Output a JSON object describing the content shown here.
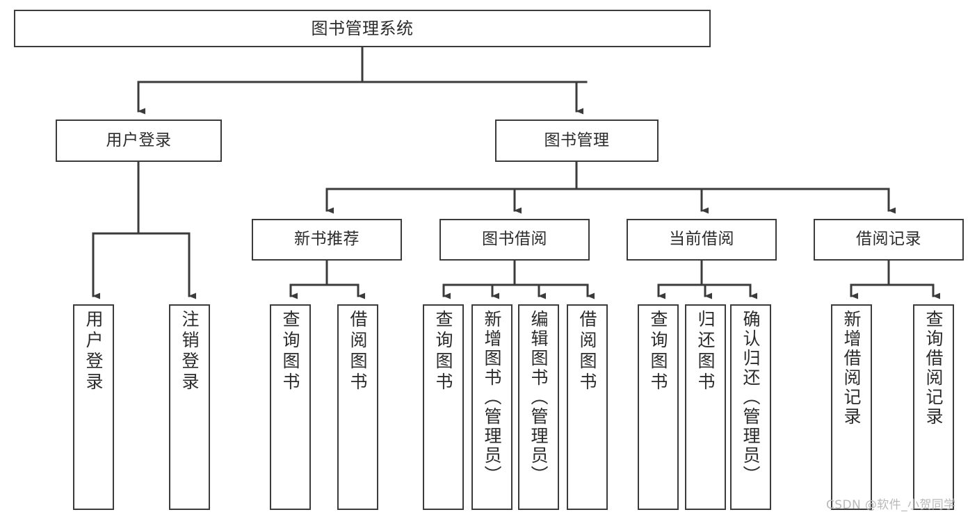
{
  "diagram": {
    "type": "tree",
    "title": "图书管理系统",
    "orientation": "top-down",
    "colors": {
      "box_border": "#3b3b3b",
      "box_fill": "#ffffff",
      "edge": "#3b3b3b",
      "text": "#2b2b2b",
      "watermark": "#b9b9b9",
      "background": "#ffffff"
    },
    "root": {
      "label": "图书管理系统"
    },
    "branches": [
      {
        "id": "user-login",
        "label": "用户登录",
        "children": [
          {
            "id": "user-login-do",
            "label": "用户登录"
          },
          {
            "id": "user-logout",
            "label": "注销登录"
          }
        ]
      },
      {
        "id": "book-management",
        "label": "图书管理",
        "groups": [
          {
            "id": "new-book-recommend",
            "label": "新书推荐",
            "children": [
              {
                "id": "recommend-query-book",
                "label": "查询图书"
              },
              {
                "id": "recommend-borrow-book",
                "label": "借阅图书"
              }
            ]
          },
          {
            "id": "book-borrow",
            "label": "图书借阅",
            "children": [
              {
                "id": "borrow-query-book",
                "label": "查询图书"
              },
              {
                "id": "borrow-add-book",
                "label": "新增图书（管理员）"
              },
              {
                "id": "borrow-edit-book",
                "label": "编辑图书（管理员）"
              },
              {
                "id": "borrow-borrow-book",
                "label": "借阅图书"
              }
            ]
          },
          {
            "id": "current-borrow",
            "label": "当前借阅",
            "children": [
              {
                "id": "current-query-book",
                "label": "查询图书"
              },
              {
                "id": "current-return-book",
                "label": "归还图书"
              },
              {
                "id": "current-confirm-return",
                "label": "确认归还（管理员）"
              }
            ]
          },
          {
            "id": "borrow-record",
            "label": "借阅记录",
            "children": [
              {
                "id": "record-add",
                "label": "新增借阅记录"
              },
              {
                "id": "record-query",
                "label": "查询借阅记录"
              }
            ]
          }
        ]
      }
    ]
  },
  "watermark": {
    "text": "CSDN @软件_小贺同学"
  }
}
